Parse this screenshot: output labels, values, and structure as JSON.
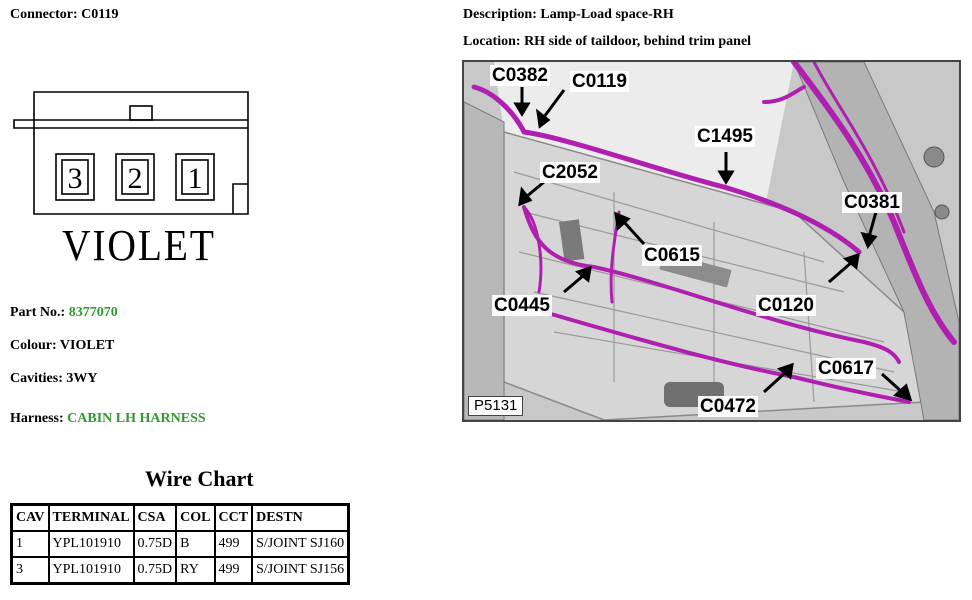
{
  "connector": {
    "label": "Connector:",
    "value": "C0119"
  },
  "description": {
    "label": "Description:",
    "value": "Lamp-Load space-RH"
  },
  "location": {
    "label": "Location:",
    "value": "RH side of taildoor, behind trim panel"
  },
  "diagram": {
    "cavities": [
      "3",
      "2",
      "1"
    ],
    "colour_text": "VIOLET"
  },
  "part_no": {
    "label": "Part No.:",
    "value": "8377070"
  },
  "colour": {
    "label": "Colour:",
    "value": "VIOLET"
  },
  "cavities_info": {
    "label": "Cavities:",
    "value": "3WY"
  },
  "harness": {
    "label": "Harness:",
    "value": "CABIN LH HARNESS"
  },
  "wire_chart": {
    "title": "Wire Chart",
    "headers": [
      "CAV",
      "TERMINAL",
      "CSA",
      "COL",
      "CCT",
      "DESTN"
    ],
    "rows": [
      [
        "1",
        "YPL101910",
        "0.75D",
        "B",
        "499",
        "S/JOINT SJ160"
      ],
      [
        "3",
        "YPL101910",
        "0.75D",
        "RY",
        "499",
        "S/JOINT SJ156"
      ]
    ]
  },
  "photo": {
    "reference": "P5131",
    "callouts": [
      "C0382",
      "C0119",
      "C1495",
      "C2052",
      "C0381",
      "C0615",
      "C0445",
      "C0120",
      "C0617",
      "C0472"
    ]
  },
  "colors": {
    "green_text": "#2e9a2e",
    "harness_wire": "#b020b0"
  }
}
